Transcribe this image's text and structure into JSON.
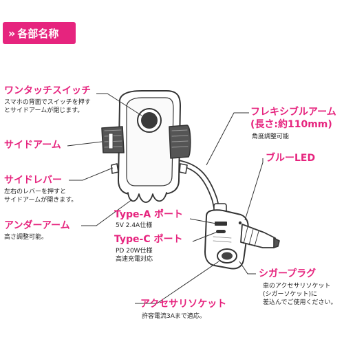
{
  "header": {
    "chevron": "»",
    "title": "各部名称"
  },
  "parts": {
    "one_touch_switch": {
      "label": "ワンタッチスイッチ",
      "desc": [
        "スマホの背面でスイッチを押す",
        "とサイドアームが閉じます。"
      ]
    },
    "side_arm": {
      "label": "サイドアーム"
    },
    "side_lever": {
      "label": "サイドレバー",
      "desc": [
        "左右のレバーを押すと",
        "サイドアームが開きます。"
      ]
    },
    "under_arm": {
      "label": "アンダーアーム",
      "desc": [
        "高さ調整可能。"
      ]
    },
    "flexible_arm": {
      "label": "フレキシブルアーム",
      "label2": "(長さ:約110mm)",
      "desc": [
        "角度調整可能"
      ]
    },
    "blue_led": {
      "label": "ブルーLED"
    },
    "type_a_port": {
      "label": "Type-A ポート",
      "desc": [
        "5V 2.4A仕様"
      ]
    },
    "type_c_port": {
      "label": "Type-C ポート",
      "desc": [
        "PD 20W仕様",
        "高速充電対応"
      ]
    },
    "cigar_plug": {
      "label": "シガープラグ",
      "desc": [
        "車のアクセサリソケット",
        "(シガーソケット)に",
        "差込んでご使用ください。"
      ]
    },
    "accessory_socket": {
      "label": "アクセサリソケット",
      "desc": [
        "許容電流3Aまで適応。"
      ]
    }
  },
  "colors": {
    "accent": "#e6247e",
    "line": "#333333"
  }
}
